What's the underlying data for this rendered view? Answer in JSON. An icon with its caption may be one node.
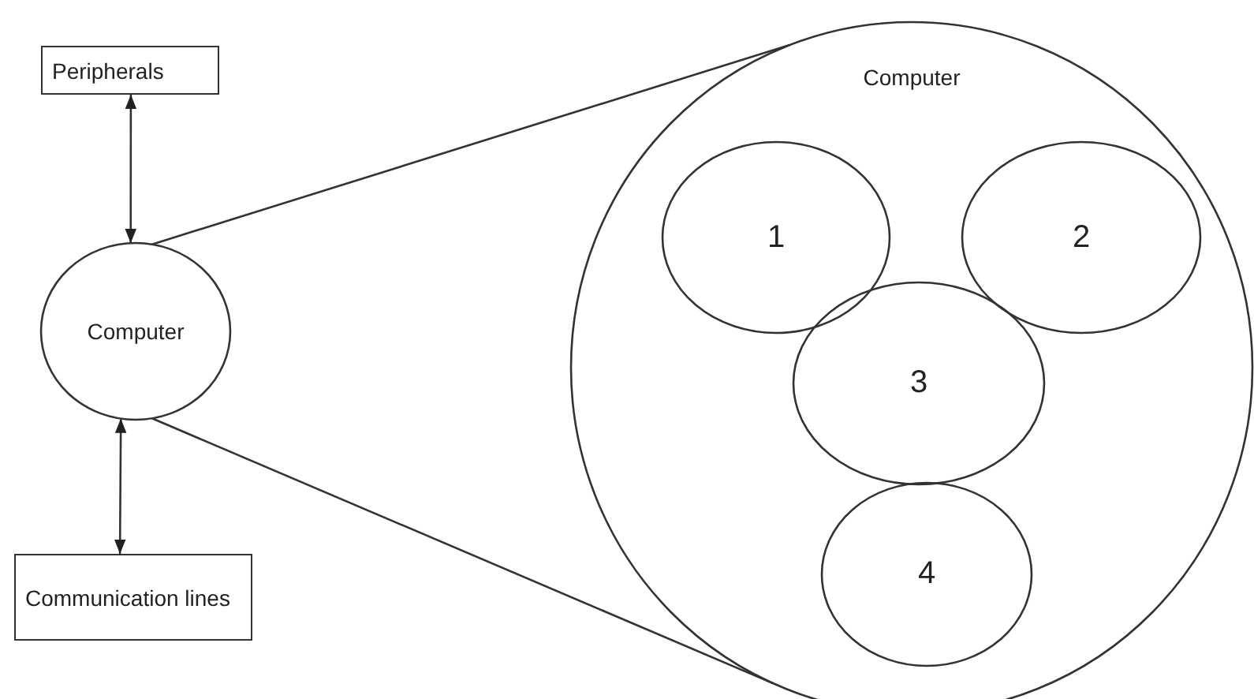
{
  "diagram": {
    "nodes": [
      {
        "text": [
          "Peripherals"
        ]
      },
      {
        "text": [
          "Computer"
        ]
      },
      {
        "text": [
          "Communication lines"
        ]
      },
      {
        "text": [
          "Computer"
        ]
      },
      {
        "text": [
          "1"
        ],
        "in": 3
      },
      {
        "text": [
          "2"
        ],
        "in": 3
      },
      {
        "text": [
          "3"
        ],
        "in": 3
      },
      {
        "text": [
          "4"
        ],
        "in": 3
      }
    ],
    "edges": [
      {
        "from": 0,
        "to": 1,
        "arrow": "both"
      },
      {
        "from": 1,
        "to": 2,
        "arrow": "both"
      },
      {
        "from": 1,
        "to": 3,
        "arrow": "none"
      },
      {
        "from": 1,
        "to": 3,
        "arrow": "none"
      }
    ]
  }
}
